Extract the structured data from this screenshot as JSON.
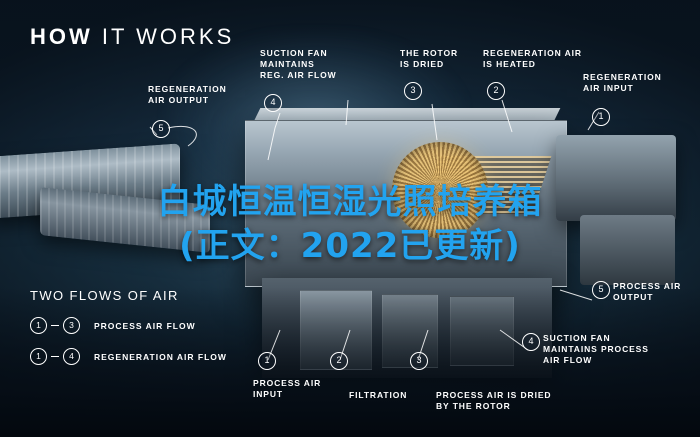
{
  "heading": {
    "part1": "HOW",
    "part2": " IT WORKS"
  },
  "title": {
    "line1": "白城恒温恒湿光照培养箱",
    "line2": "(正文：2022已更新)",
    "color": "#22a3ef"
  },
  "callouts": [
    {
      "id": "regeneration-air-output",
      "text": "REGENERATION\nAIR OUTPUT",
      "num": "5"
    },
    {
      "id": "suction-fan-maintains-reg-air-flow",
      "text": "SUCTION FAN\nMAINTAINS\nREG. AIR FLOW",
      "num": "4"
    },
    {
      "id": "the-rotor-is-dried",
      "text": "THE ROTOR\nIS DRIED",
      "num": "3"
    },
    {
      "id": "regeneration-air-is-heated",
      "text": "REGENERATION AIR\nIS HEATED",
      "num": "2"
    },
    {
      "id": "regeneration-air-input",
      "text": "REGENERATION\nAIR INPUT",
      "num": "1"
    },
    {
      "id": "process-air-output",
      "text": "PROCESS AIR\nOUTPUT",
      "num": "5"
    },
    {
      "id": "suction-fan-maintains-process-air-flow",
      "text": "SUCTION FAN\nMAINTAINS PROCESS\nAIR FLOW",
      "num": "4"
    },
    {
      "id": "process-air-input",
      "text": "PROCESS AIR\nINPUT",
      "num": "1"
    },
    {
      "id": "filtration",
      "text": "FILTRATION",
      "num": "2"
    },
    {
      "id": "process-air-is-dried-by-the-rotor",
      "text": "PROCESS AIR IS DRIED\nBY THE ROTOR",
      "num": "3"
    }
  ],
  "legend": {
    "title": "TWO FLOWS OF AIR",
    "rows": [
      {
        "from": "1",
        "to": "3",
        "label": "PROCESS AIR FLOW"
      },
      {
        "from": "1",
        "to": "4",
        "label": "REGENERATION AIR FLOW"
      }
    ]
  }
}
